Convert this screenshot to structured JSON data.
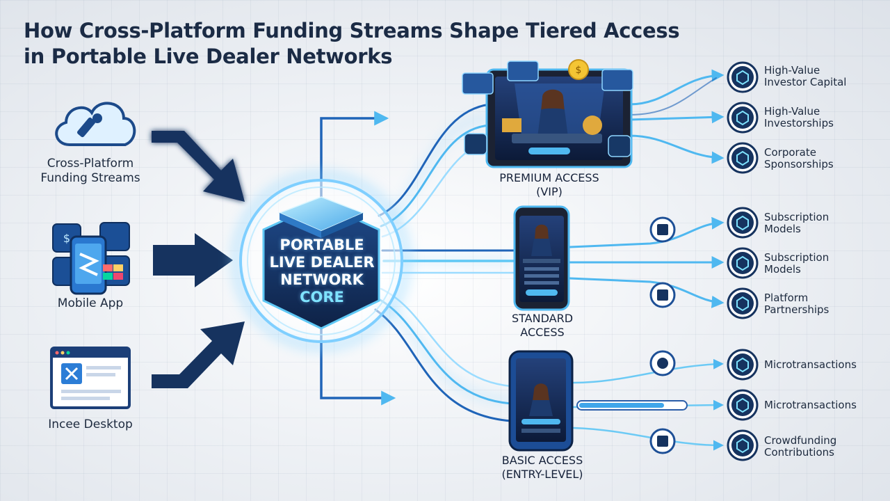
{
  "title": {
    "line1": "How Cross-Platform Funding Streams Shape Tiered Access",
    "line2": "in Portable Live Dealer Networks"
  },
  "sources": [
    {
      "label_line1": "Cross-Platform",
      "label_line2": "Funding Streams",
      "icon": "cloud-icon"
    },
    {
      "label_line1": "Mobile App",
      "label_line2": "",
      "icon": "mobile-app-icon"
    },
    {
      "label_line1": "Incee Desktop",
      "label_line2": "",
      "icon": "desktop-window-icon"
    }
  ],
  "core": {
    "line1": "PORTABLE",
    "line2": "LIVE DEALER",
    "line3": "NETWORK",
    "line4": "CORE"
  },
  "tiers": [
    {
      "label_line1": "PREMIUM ACCESS",
      "label_line2": "(VIP)",
      "device": "tablet-icon"
    },
    {
      "label_line1": "STANDARD",
      "label_line2": "ACCESS",
      "device": "smartphone-icon"
    },
    {
      "label_line1": "BASIC ACCESS",
      "label_line2": "(ENTRY-LEVEL)",
      "device": "rugged-phone-icon"
    }
  ],
  "outputs": [
    {
      "line1": "High-Value",
      "line2": "Investor Capital",
      "icon": "cube-icon"
    },
    {
      "line1": "High-Value",
      "line2": "Investorships",
      "icon": "hexagon-icon"
    },
    {
      "line1": "Corporate",
      "line2": "Sponsorships",
      "icon": "sponsorship-icon"
    },
    {
      "line1": "Subscription",
      "line2": "Models",
      "icon": "subscription-icon"
    },
    {
      "line1": "Subscription",
      "line2": "Models",
      "icon": "dollar-icon"
    },
    {
      "line1": "Platform",
      "line2": "Partnerships",
      "icon": "partnership-icon"
    },
    {
      "line1": "Microtransactions",
      "line2": "",
      "icon": "graduation-cap-icon"
    },
    {
      "line1": "Microtransactions",
      "line2": "",
      "icon": "coins-icon"
    },
    {
      "line1": "Crowdfunding",
      "line2": "Contributions",
      "icon": "crowdfunding-icon"
    }
  ],
  "colors": {
    "navy": "#16335f",
    "glow": "#4fc3f7",
    "accent": "#7fe3ff"
  }
}
